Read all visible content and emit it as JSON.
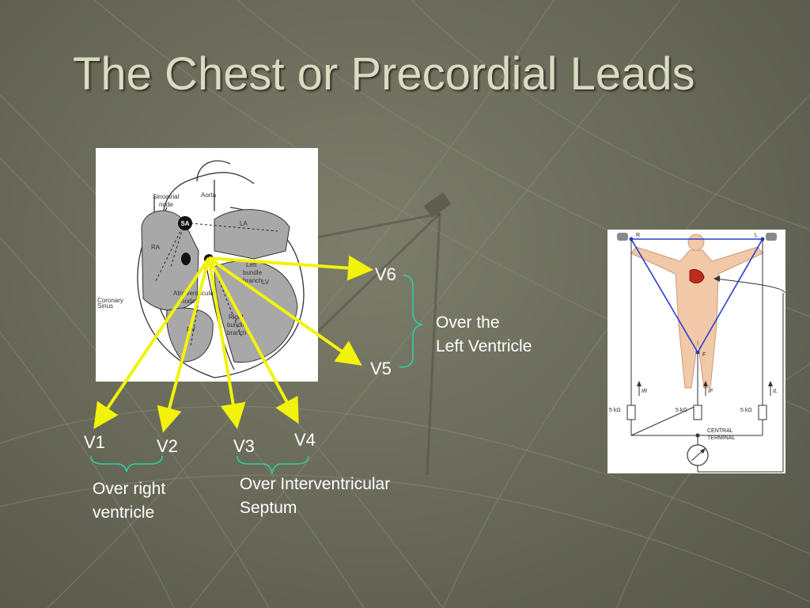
{
  "slide": {
    "title": "The Chest or Precordial Leads"
  },
  "leads": {
    "v1": "V1",
    "v2": "V2",
    "v3": "V3",
    "v4": "V4",
    "v5": "V5",
    "v6": "V6"
  },
  "groups": {
    "right_ventricle": [
      "Over right",
      "ventricle"
    ],
    "septum": [
      "Over Interventricular",
      "Septum"
    ],
    "left_ventricle": [
      "Over the",
      "Left Ventricle"
    ]
  },
  "heart_labels": {
    "sinoatrial_node": [
      "Sinoatrial",
      "node"
    ],
    "aorta": "Aorta",
    "sa": "SA",
    "la": "LA",
    "ra": "RA",
    "lv": "LV",
    "rv": "RV",
    "coronary_sinus": [
      "Coronary",
      "Sinus"
    ],
    "av_node": [
      "Atrioventricular",
      "node"
    ],
    "left_bundle": [
      "Left",
      "bundle",
      "branch"
    ],
    "right_bundle": [
      "Right",
      "bundle",
      "branch"
    ]
  },
  "body_labels": {
    "r": "R",
    "l": "L",
    "f": "F",
    "ir": "IR",
    "if": "IF",
    "il": "IL",
    "r1": "5 kΩ",
    "r2": "5 kΩ",
    "r3": "5 kΩ",
    "central_terminal": [
      "CENTRAL",
      "TERMINAL"
    ]
  },
  "colors": {
    "arrow": "#f2f20a",
    "brace": "#2fd0a8",
    "triangle": "#2c3ccf",
    "skin": "#f2c9a8",
    "heart": "#c22a1c"
  },
  "icons": {
    "head": "ekg-electrode-icon",
    "meter": "galvanometer-icon"
  }
}
